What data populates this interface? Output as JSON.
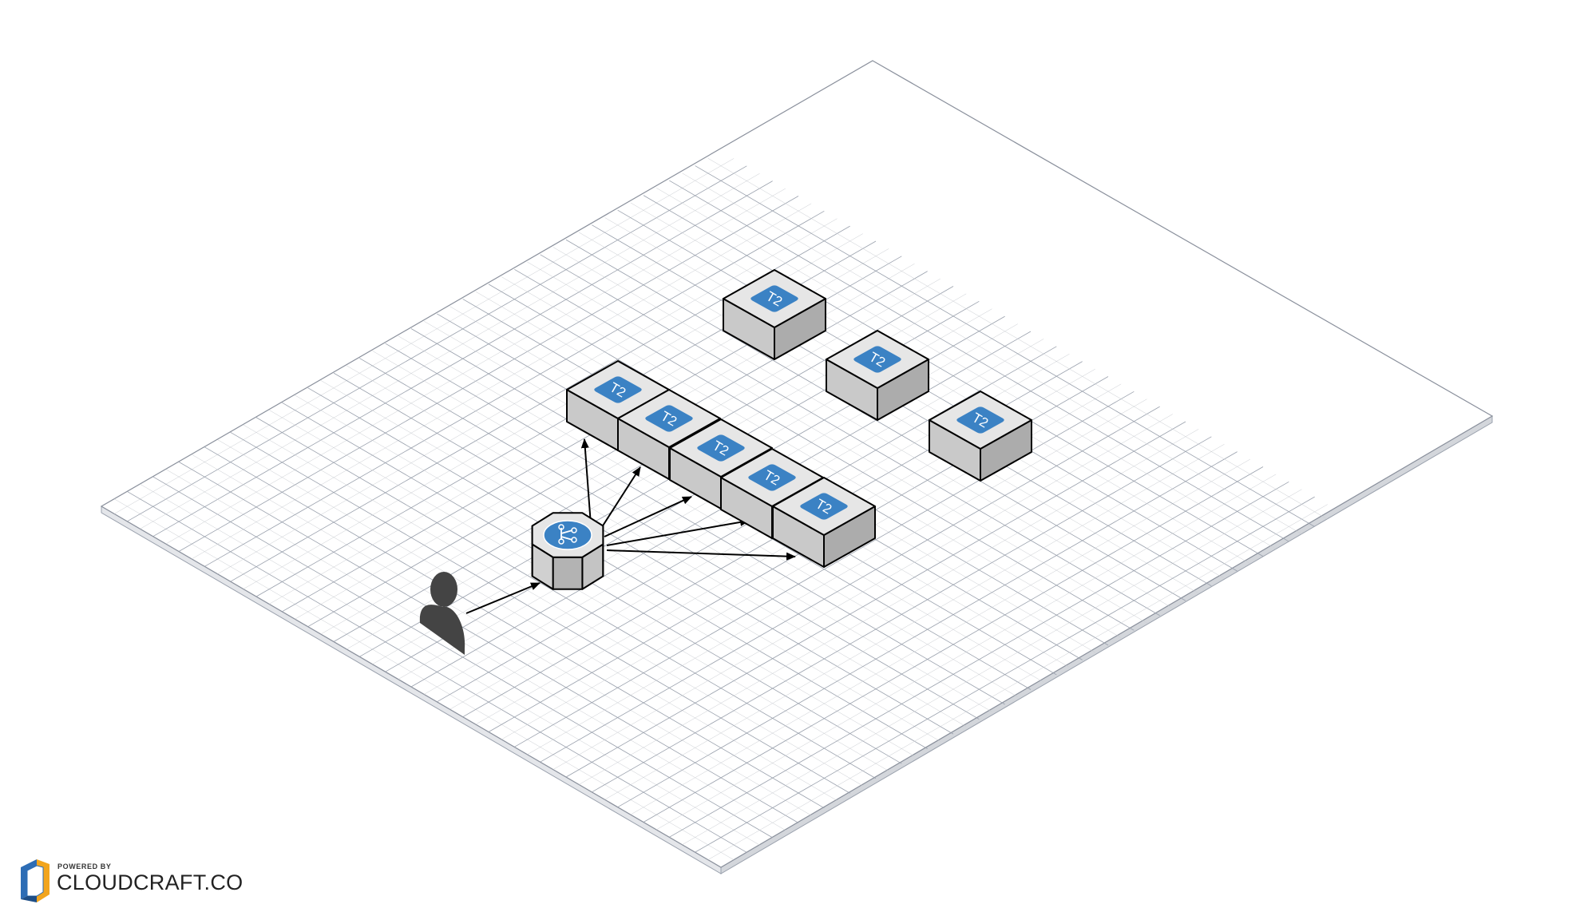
{
  "diagram": {
    "instances": [
      {
        "label": "T2"
      },
      {
        "label": "T2"
      },
      {
        "label": "T2"
      },
      {
        "label": "T2"
      },
      {
        "label": "T2"
      },
      {
        "label": "T2"
      },
      {
        "label": "T2"
      },
      {
        "label": "T2"
      }
    ],
    "nodes": {
      "user": {
        "icon": "user-icon"
      },
      "load_balancer": {
        "icon": "load-balancer-icon"
      }
    },
    "colors": {
      "grid_line": "#c9ccd1",
      "grid_major": "#9aa1ad",
      "box_top": "#e6e6e6",
      "box_left": "#c9c9c9",
      "box_right": "#acacac",
      "badge": "#3b82c4",
      "arrow": "#000000",
      "user": "#444444"
    }
  },
  "branding": {
    "powered_by": "POWERED BY",
    "name": "CLOUDCRAFT.CO",
    "icon": "cloudcraft-logo-icon"
  }
}
